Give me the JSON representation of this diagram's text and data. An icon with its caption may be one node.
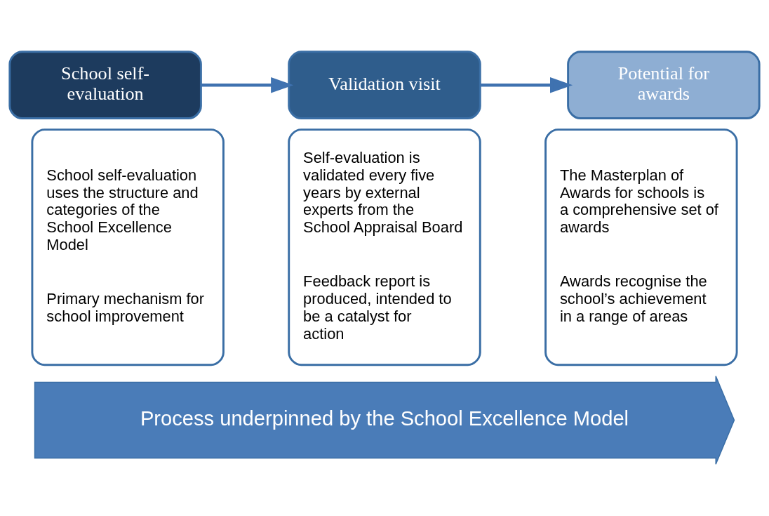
{
  "diagram": {
    "nodes": [
      {
        "text": [
          "School self-evaluation"
        ]
      },
      {
        "text": [
          "School self-evaluation uses the structure and categories of the School Excellence Model",
          "Primary mechanism for school improvement"
        ]
      },
      {
        "text": [
          "Validation visit"
        ]
      },
      {
        "text": [
          "Self-evaluation is validated every five years by external experts from the School Appraisal Board",
          "Feedback report is produced, intended to be a catalyst for action"
        ]
      },
      {
        "text": [
          "Potential for awards"
        ]
      },
      {
        "text": [
          "The Masterplan of Awards for schools is a comprehensive set of awards",
          "Awards recognise the school’s achievement in a range of areas"
        ]
      },
      {
        "text": [
          "Process underpinned by the School Excellence Model"
        ]
      }
    ],
    "edges": [
      {
        "from": 0,
        "to": 2,
        "arrow": "to"
      },
      {
        "from": 2,
        "to": 4,
        "arrow": "to"
      }
    ]
  }
}
